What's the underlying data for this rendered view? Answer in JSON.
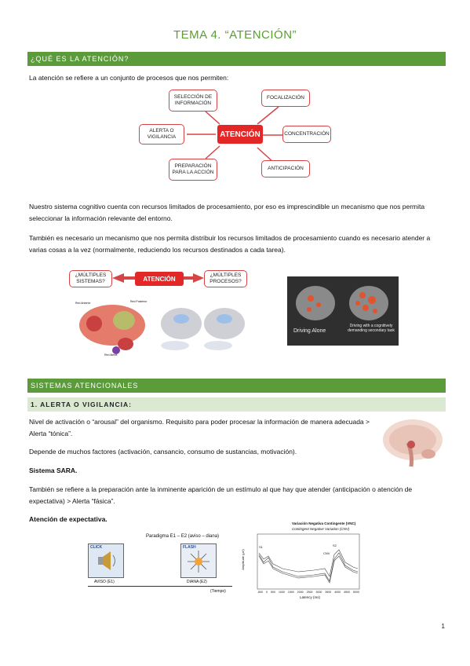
{
  "title": "TEMA 4. “ATENCIÓN”",
  "section1": {
    "heading": "¿QUÉ ES LA ATENCIÓN?",
    "intro": "La atención se refiere a un conjunto de procesos que nos permiten:",
    "diagram": {
      "center": "ATENCIÓN",
      "nodes": [
        "SELECCIÓN DE INFORMACIÓN",
        "FOCALIZACIÓN",
        "ALERTA O VIGILANCIA",
        "CONCENTRACIÓN",
        "PREPARACIÓN PARA LA ACCIÓN",
        "ANTICIPACIÓN"
      ]
    },
    "para1": "Nuestro sistema cognitivo cuenta con recursos limitados de procesamiento, por eso es imprescindible un mecanismo que nos permita seleccionar la información relevante del entorno.",
    "para2": "También es necesario un mecanismo que nos permita distribuir los recursos limitados de procesamiento cuando es necesario atender a varias cosas a la vez (normalmente, reduciendo los recursos destinados a cada tarea).",
    "figure": {
      "left_box": "¿MÚLTIPLES SISTEMAS?",
      "center": "ATENCIÓN",
      "right_box": "¿MÚLTIPLES PROCESOS?",
      "brain_labels": [
        "Red Anterior",
        "Red Posterior",
        "Red Alerta"
      ],
      "photo_left": "Driving Alone",
      "photo_right": "Driving with a cognitively demanding secondary task"
    }
  },
  "section2": {
    "heading": "SISTEMAS ATENCIONALES",
    "subheading": "1. ALERTA O VIGILANCIA:",
    "p1": "Nivel de activación o “arousal” del organismo. Requisito para poder procesar la información de manera adecuada > Alerta “tónica”.",
    "p2": "Depende de muchos factores (activación, cansancio, consumo de sustancias, motivación).",
    "p3": "Sistema SARA.",
    "p4": "También se refiere a la preparación ante la inminente aparición de un estímulo al que hay que atender (anticipación o atención de expectativa) > Alerta “fásica”.",
    "p5": "Atención de expectativa.",
    "paradigm": {
      "title": "Paradigma E1 – E2 (aviso – diana)",
      "click": "CLICK",
      "flash": "FLASH",
      "e1": "AVISO (E1)",
      "e2": "DIANA (E2)",
      "time": "(Tiempo)"
    },
    "cnv_chart": {
      "title": "Variación Negativa Contingente (VNC)",
      "subtitle": "Contingent Negative Variation (CNV)",
      "xlabel": "Latency (ms)",
      "ylabel": "Amplitude (μV)",
      "xticks": [
        "-500",
        "0",
        "500",
        "1000",
        "1500",
        "2000",
        "2500",
        "3000",
        "3500",
        "4000",
        "4500",
        "5000"
      ],
      "labels": [
        "S1",
        "S2",
        "CNV"
      ]
    }
  },
  "page_number": "1"
}
